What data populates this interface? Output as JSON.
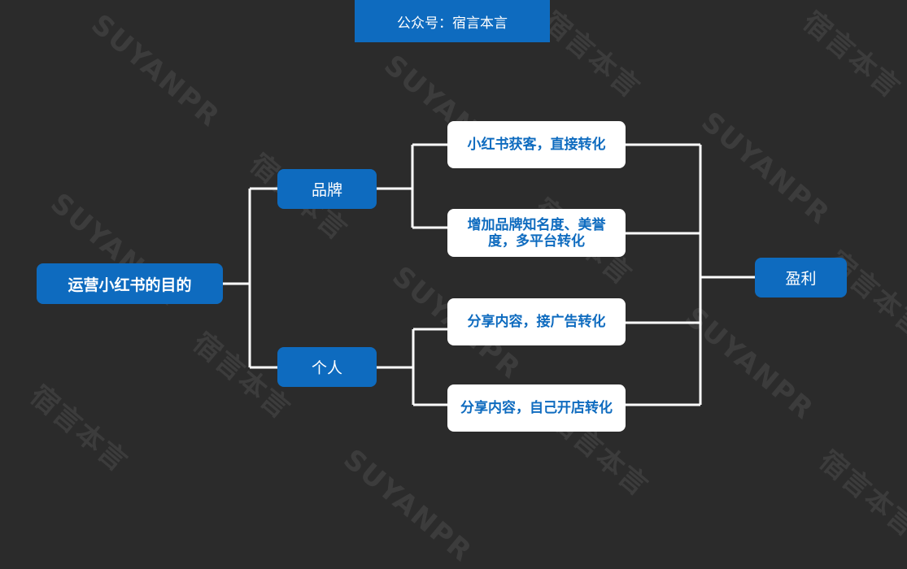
{
  "banner": {
    "text": "公众号：宿言本言"
  },
  "watermark": {
    "latin": "SUYANPR",
    "cjk": "宿言本言"
  },
  "nodes": {
    "root": "运营小红书的目的",
    "brand": "品牌",
    "personal": "个人",
    "b1": "小红书获客，直接转化",
    "b2": "增加品牌知名度、美誉度，多平台转化",
    "p1": "分享内容，接广告转化",
    "p2": "分享内容，自己开店转化",
    "result": "盈利"
  },
  "colors": {
    "background": "#2b2b2b",
    "accent": "#0e6bbf",
    "card": "#ffffff",
    "line": "#ffffff"
  }
}
